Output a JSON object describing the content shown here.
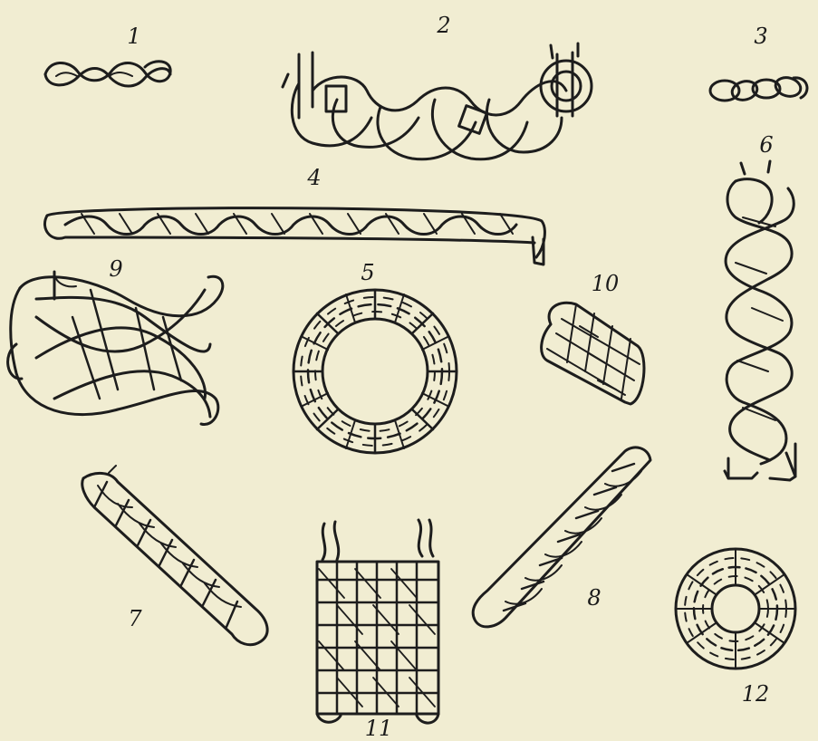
{
  "plate": {
    "background_color": "#f1edd2",
    "ink_color": "#1d1d1d",
    "figures": [
      {
        "id": "fig-1",
        "label": "1",
        "kind": "two-strand twist"
      },
      {
        "id": "fig-2",
        "label": "2",
        "kind": "open braid with end loops"
      },
      {
        "id": "fig-3",
        "label": "3",
        "kind": "small chain"
      },
      {
        "id": "fig-4",
        "label": "4",
        "kind": "long three-strand braid"
      },
      {
        "id": "fig-5",
        "label": "5",
        "kind": "round braided ring"
      },
      {
        "id": "fig-6",
        "label": "6",
        "kind": "vertical flat plait"
      },
      {
        "id": "fig-7",
        "label": "7",
        "kind": "diagonal plait"
      },
      {
        "id": "fig-8",
        "label": "8",
        "kind": "diagonal plait"
      },
      {
        "id": "fig-9",
        "label": "9",
        "kind": "flat mat knot"
      },
      {
        "id": "fig-10",
        "label": "10",
        "kind": "short square sennit"
      },
      {
        "id": "fig-11",
        "label": "11",
        "kind": "wide woven mat"
      },
      {
        "id": "fig-12",
        "label": "12",
        "kind": "small braided ring"
      }
    ]
  }
}
